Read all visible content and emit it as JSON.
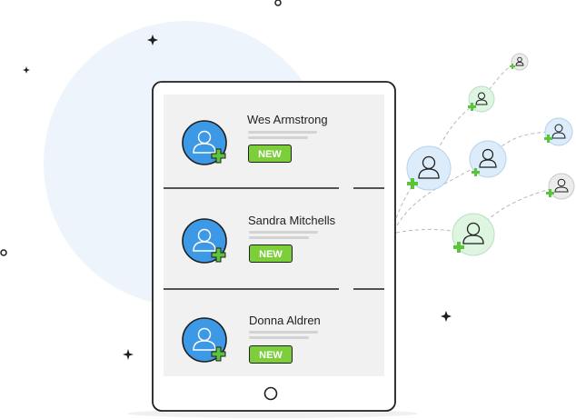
{
  "contacts": [
    {
      "name": "Wes Armstrong",
      "badge": "NEW"
    },
    {
      "name": "Sandra Mitchells",
      "badge": "NEW"
    },
    {
      "name": "Donna Aldren",
      "badge": "NEW"
    }
  ],
  "colors": {
    "backdrop": "#edf4fb",
    "device_frame": "#1f1f1f",
    "card_background": "#f1f1f1",
    "avatar_blue": "#3d99e6",
    "badge_green": "#7ccf3b",
    "plus_green": "#5cc43a",
    "node_blue": "#dcecfa",
    "node_green": "#def5e2",
    "node_gray": "#ececec"
  },
  "icons": [
    "user-icon",
    "add-plus-icon",
    "sparkle-icon",
    "home-button-icon"
  ]
}
